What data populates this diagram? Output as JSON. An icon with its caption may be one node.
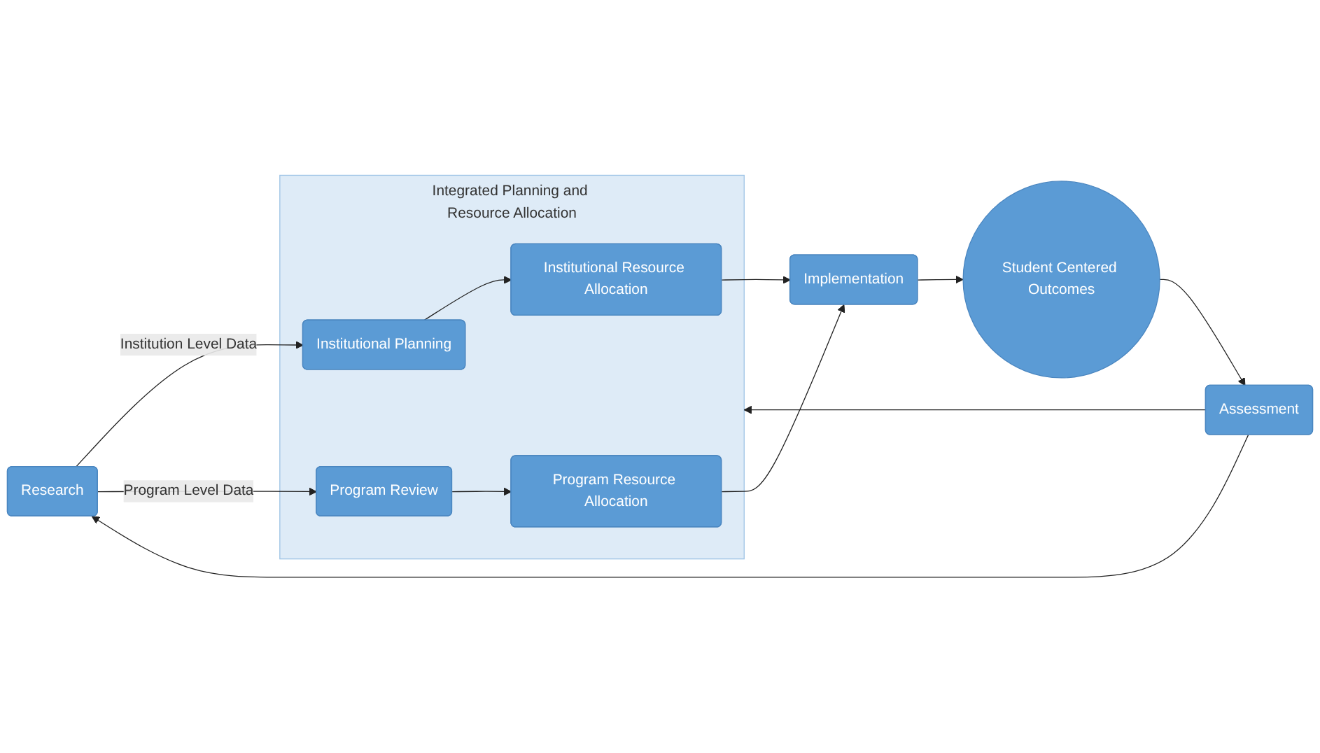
{
  "diagram": {
    "nodes": [
      {
        "text": [
          "Research"
        ]
      },
      {
        "text": [
          "Integrated Planning and Resource Allocation"
        ]
      },
      {
        "text": [
          "Institutional Planning"
        ],
        "in": 1
      },
      {
        "text": [
          "Institutional Resource Allocation"
        ],
        "in": 1
      },
      {
        "text": [
          "Program Review"
        ],
        "in": 1
      },
      {
        "text": [
          "Program Resource Allocation"
        ],
        "in": 1
      },
      {
        "text": [
          "Implementation"
        ]
      },
      {
        "text": [
          "Student Centered Outcomes"
        ]
      },
      {
        "text": [
          "Assessment"
        ]
      }
    ],
    "edges": [
      {
        "from": 0,
        "to": 2,
        "arrow": "to",
        "label": "Institution Level Data"
      },
      {
        "from": 0,
        "to": 4,
        "arrow": "to",
        "label": "Program Level Data"
      },
      {
        "from": 2,
        "to": 3,
        "arrow": "to"
      },
      {
        "from": 4,
        "to": 5,
        "arrow": "to"
      },
      {
        "from": 3,
        "to": 6,
        "arrow": "to"
      },
      {
        "from": 5,
        "to": 6,
        "arrow": "to"
      },
      {
        "from": 6,
        "to": 7,
        "arrow": "to"
      },
      {
        "from": 7,
        "to": 8,
        "arrow": "to"
      },
      {
        "from": 8,
        "to": 1,
        "arrow": "to"
      },
      {
        "from": 8,
        "to": 0,
        "arrow": "to"
      }
    ]
  }
}
